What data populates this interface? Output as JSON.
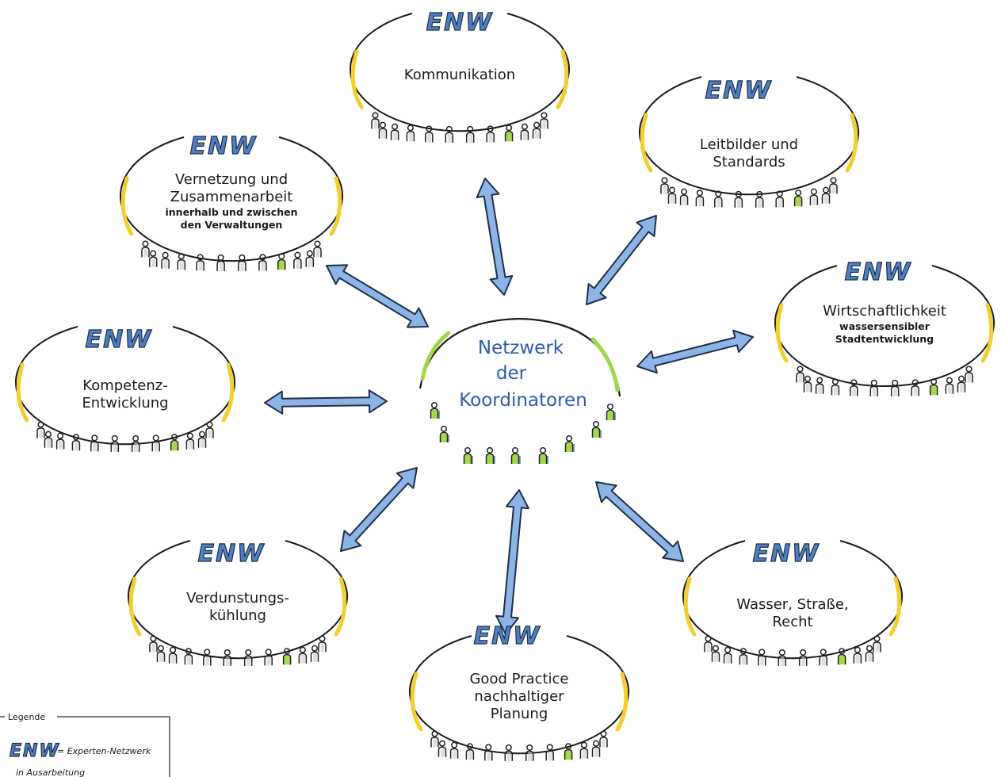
{
  "center": {
    "lines": [
      "Netzwerk",
      "der",
      "Koordinatoren"
    ]
  },
  "enw_label": "ENW",
  "nodes": [
    {
      "id": "kommunikation",
      "lines": [
        "Kommunikation"
      ],
      "sub": []
    },
    {
      "id": "vernetzung",
      "lines": [
        "Vernetzung und",
        "Zusammenarbeit"
      ],
      "sub": [
        "innerhalb und zwischen",
        "den Verwaltungen"
      ]
    },
    {
      "id": "leitbilder",
      "lines": [
        "Leitbilder und",
        "Standards"
      ],
      "sub": []
    },
    {
      "id": "wirtschaftlichkeit",
      "lines": [
        "Wirtschaftlichkeit"
      ],
      "sub": [
        "wassersensibler",
        "Stadtentwicklung"
      ]
    },
    {
      "id": "kompetenz",
      "lines": [
        "Kompetenz-",
        "Entwicklung"
      ],
      "sub": []
    },
    {
      "id": "verdunstung",
      "lines": [
        "Verdunstungs-",
        "kühlung"
      ],
      "sub": []
    },
    {
      "id": "good-practice",
      "lines": [
        "Good Practice",
        "nachhaltiger",
        "Planung"
      ],
      "sub": []
    },
    {
      "id": "wasser",
      "lines": [
        "Wasser, Straße,",
        "Recht"
      ],
      "sub": []
    }
  ],
  "legend": {
    "title": "Legende",
    "symbol": "ENW",
    "definition": "= Experten-Netzwerk",
    "caption": "in Ausarbeitung"
  },
  "colors": {
    "arrow_fill": "#8cb4e4",
    "arrow_stroke": "#1f2f4a",
    "node_accent": "#f2cf2e",
    "center_accent": "#9ed84a",
    "person_highlight": "#a6d84c",
    "person_shadow": "#c9c9c9"
  }
}
